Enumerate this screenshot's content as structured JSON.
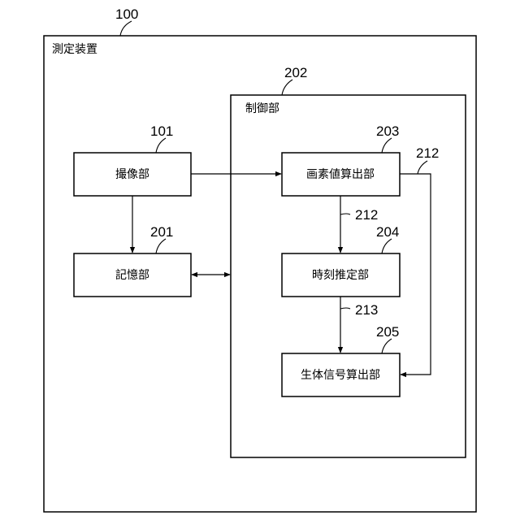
{
  "outer": {
    "ref": "100",
    "label": "測定装置"
  },
  "control": {
    "ref": "202",
    "label": "制御部"
  },
  "blocks": {
    "camera": {
      "ref": "101",
      "label": "撮像部"
    },
    "storage": {
      "ref": "201",
      "label": "記憶部"
    },
    "pixel_value": {
      "ref": "203",
      "label": "画素値算出部"
    },
    "time_estimation": {
      "ref": "204",
      "label": "時刻推定部"
    },
    "biosignal": {
      "ref": "205",
      "label": "生体信号算出部"
    }
  },
  "signals": {
    "pixel_to_time": "212",
    "pixel_to_biosignal": "212",
    "time_to_biosignal": "213"
  }
}
